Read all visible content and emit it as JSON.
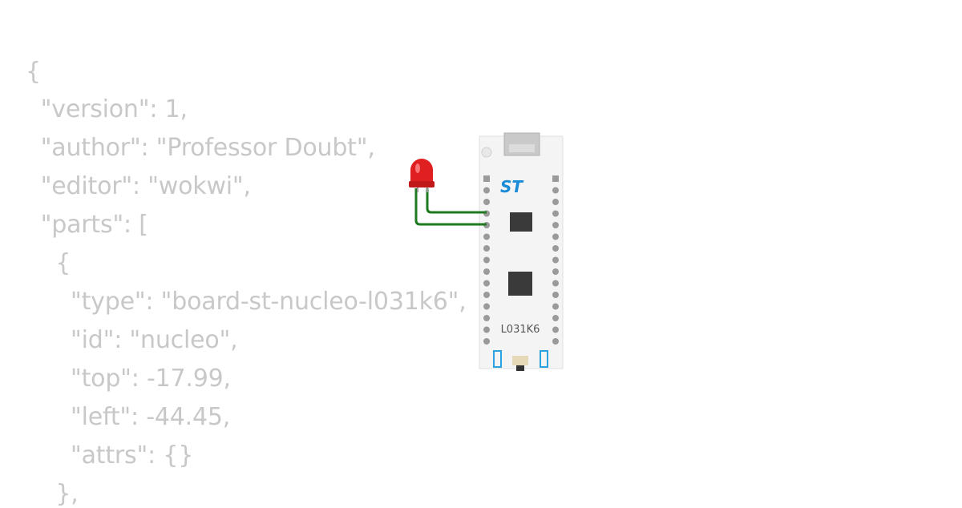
{
  "code_lines": [
    "{",
    "  \"version\": 1,",
    "  \"author\": \"Professor Doubt\",",
    "  \"editor\": \"wokwi\",",
    "  \"parts\": [",
    "    {",
    "      \"type\": \"board-st-nucleo-l031k6\",",
    "      \"id\": \"nucleo\",",
    "      \"top\": -17.99,",
    "      \"left\": -44.45,",
    "      \"attrs\": {}",
    "    },"
  ],
  "diagram": {
    "board_label": "L031K6",
    "brand": "ST",
    "led_color": "#e02020",
    "wire_color": "#1e7a1e",
    "board_color": "#f4f4f4",
    "chip_color": "#3a3a3a"
  }
}
